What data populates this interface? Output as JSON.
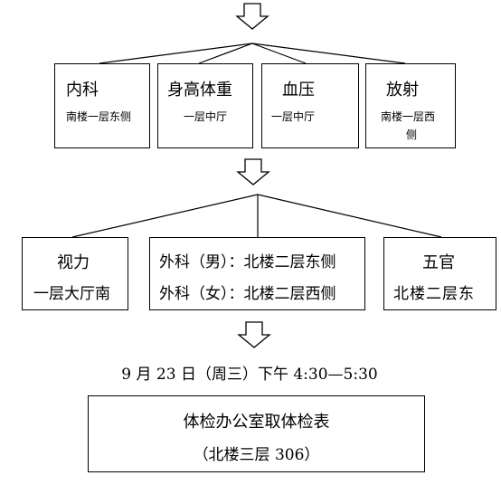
{
  "row1": [
    {
      "name": "内科",
      "location": "南楼一层东侧"
    },
    {
      "name": "身高体重",
      "location": "一层中厅"
    },
    {
      "name": "血压",
      "location": "一层中厅"
    },
    {
      "name": "放射",
      "location_line1": "南楼一层西",
      "location_line2": "侧"
    }
  ],
  "row2": {
    "vision": {
      "name": "视力",
      "location": "一层大厅南"
    },
    "surgery": {
      "male": "外科（男）：北楼二层东侧",
      "female": "外科（女）：北楼二层西侧"
    },
    "ent": {
      "name": "五官",
      "location": "北楼二层东"
    }
  },
  "schedule": {
    "text": "9 月 23 日（周三）下午 4:30—5:30"
  },
  "final_box": {
    "title": "体检办公室取体检表",
    "location": "（北楼三层 306）"
  }
}
